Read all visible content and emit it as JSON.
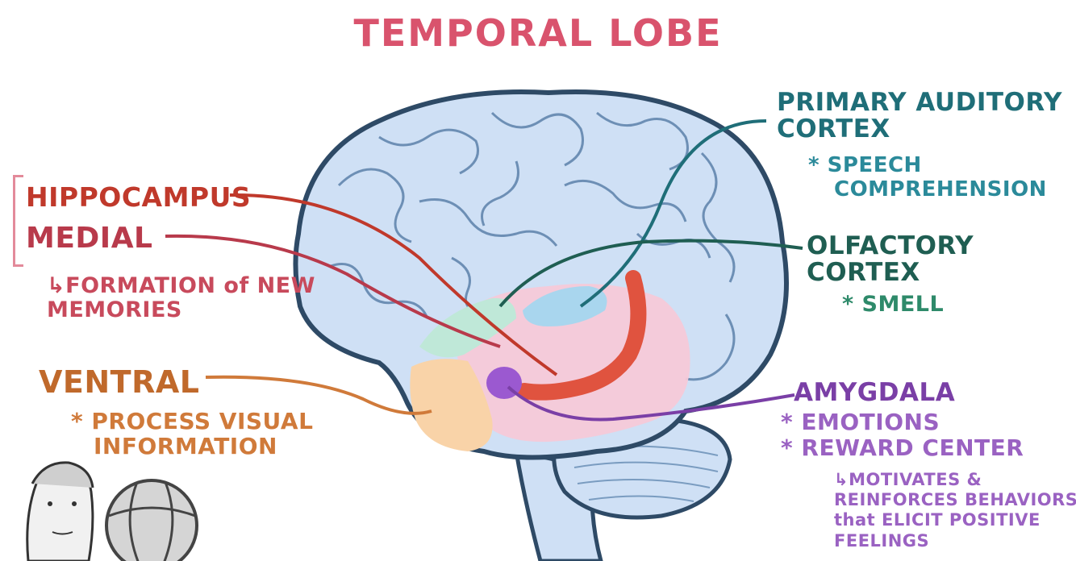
{
  "title": "TEMPORAL LOBE",
  "left": {
    "hippocampus": "HIPPOCAMPUS",
    "medial": "MEDIAL",
    "formation_line1": "↳FORMATION of NEW",
    "formation_line2": "MEMORIES",
    "ventral": "VENTRAL",
    "visual_line1": "* PROCESS VISUAL",
    "visual_line2": "INFORMATION"
  },
  "right": {
    "primary_auditory_line1": "PRIMARY AUDITORY",
    "primary_auditory_line2": "CORTEX",
    "speech_line1": "* SPEECH",
    "speech_line2": "COMPREHENSION",
    "olfactory_line1": "OLFACTORY",
    "olfactory_line2": "CORTEX",
    "smell": "* SMELL",
    "amygdala": "AMYGDALA",
    "emotions": "* EMOTIONS",
    "reward": "* REWARD CENTER",
    "motiv_line1": "↳MOTIVATES &",
    "motiv_line2": "REINFORCES BEHAVIORS",
    "motiv_line3": "that ELICIT POSITIVE",
    "motiv_line4": "FEELINGS"
  },
  "colors": {
    "title": "#d9536d",
    "brain": "#cfe0f5",
    "temporal": "#f5c9d8",
    "ventral_region": "#f9d3a8",
    "olfactory_region": "#bfe8d8",
    "auditory_region": "#a9d6ee",
    "amygdala": "#9b59d0",
    "hippocampus": "#e0533f"
  },
  "icons": [
    "face-icon",
    "ball-icon"
  ]
}
